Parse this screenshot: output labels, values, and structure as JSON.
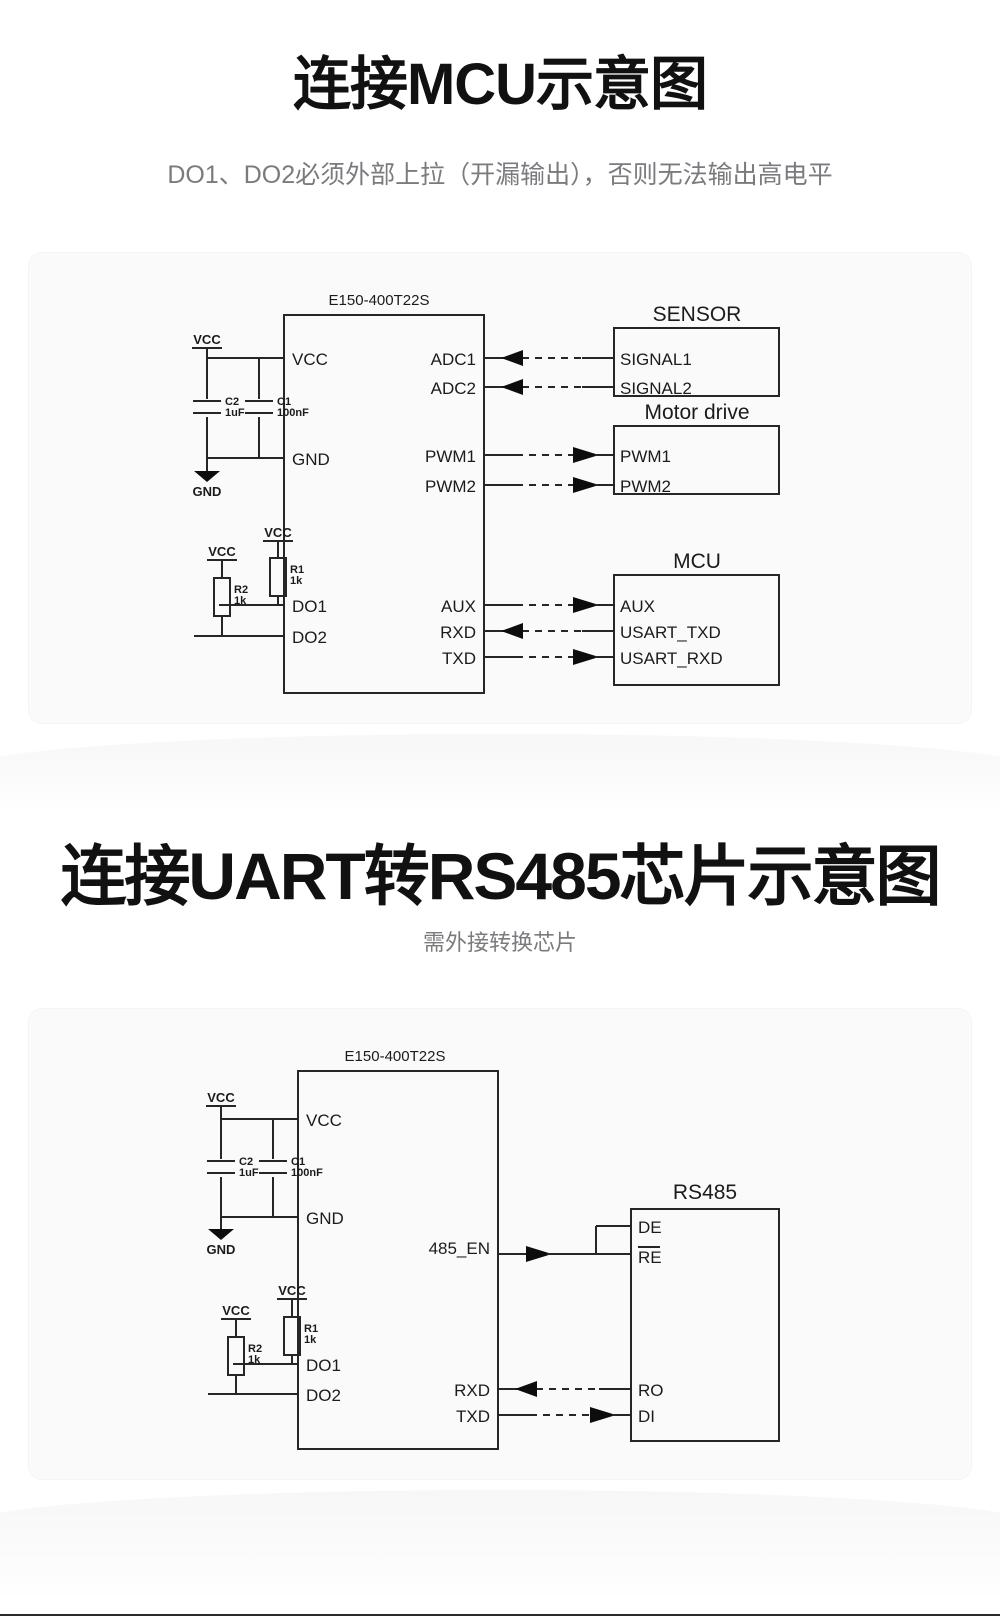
{
  "sections": [
    {
      "title": "连接MCU示意图",
      "subtitle": "DO1、DO2必须外部上拉（开漏输出），否则无法输出高电平"
    },
    {
      "title": "连接UART转RS485芯片示意图",
      "subtitle": "需外接转换芯片"
    }
  ],
  "diagram1": {
    "chip_name": "E150-400T22S",
    "left_pins": [
      "VCC",
      "GND",
      "DO1",
      "DO2"
    ],
    "right_pins": [
      "ADC1",
      "ADC2",
      "PWM1",
      "PWM2",
      "AUX",
      "RXD",
      "TXD"
    ],
    "power_net": "VCC",
    "ground_net": "GND",
    "capacitors": [
      {
        "ref": "C2",
        "value": "1uF"
      },
      {
        "ref": "C1",
        "value": "100nF"
      }
    ],
    "resistors": [
      {
        "ref": "R1",
        "value": "1k",
        "net": "VCC",
        "pin": "DO1"
      },
      {
        "ref": "R2",
        "value": "1k",
        "net": "VCC",
        "pin": "DO2"
      }
    ],
    "blocks": [
      {
        "title": "SENSOR",
        "pins": [
          "SIGNAL1",
          "SIGNAL2"
        ]
      },
      {
        "title": "Motor drive",
        "pins": [
          "PWM1",
          "PWM2"
        ]
      },
      {
        "title": "MCU",
        "pins": [
          "AUX",
          "USART_TXD",
          "USART_RXD"
        ]
      }
    ],
    "connections": [
      {
        "from": "SIGNAL1",
        "to": "ADC1",
        "direction": "left",
        "style": "dashed"
      },
      {
        "from": "SIGNAL2",
        "to": "ADC2",
        "direction": "left",
        "style": "dashed"
      },
      {
        "from": "PWM1",
        "to": "PWM1",
        "direction": "right",
        "style": "dashed"
      },
      {
        "from": "PWM2",
        "to": "PWM2",
        "direction": "right",
        "style": "dashed"
      },
      {
        "from": "AUX",
        "to": "AUX",
        "direction": "right",
        "style": "dashed"
      },
      {
        "from": "USART_TXD",
        "to": "RXD",
        "direction": "left",
        "style": "dashed"
      },
      {
        "from": "TXD",
        "to": "USART_RXD",
        "direction": "right",
        "style": "dashed"
      }
    ]
  },
  "diagram2": {
    "chip_name": "E150-400T22S",
    "left_pins": [
      "VCC",
      "GND",
      "DO1",
      "DO2"
    ],
    "right_pins": [
      "485_EN",
      "RXD",
      "TXD"
    ],
    "power_net": "VCC",
    "ground_net": "GND",
    "capacitors": [
      {
        "ref": "C2",
        "value": "1uF"
      },
      {
        "ref": "C1",
        "value": "100nF"
      }
    ],
    "resistors": [
      {
        "ref": "R1",
        "value": "1k",
        "net": "VCC",
        "pin": "DO1"
      },
      {
        "ref": "R2",
        "value": "1k",
        "net": "VCC",
        "pin": "DO2"
      }
    ],
    "blocks": [
      {
        "title": "RS485",
        "pins": [
          "DE",
          "RE",
          "RO",
          "DI"
        ]
      }
    ],
    "connections": [
      {
        "from": "485_EN",
        "to": "DE/RE",
        "direction": "right",
        "style": "solid"
      },
      {
        "from": "RO",
        "to": "RXD",
        "direction": "left",
        "style": "dashed"
      },
      {
        "from": "TXD",
        "to": "DI",
        "direction": "right",
        "style": "dashed"
      }
    ]
  },
  "colors": {
    "ink": "#1b1b1b",
    "card_bg": "#fafafb",
    "subtitle": "#7b7b7f",
    "net_label": "#1f2550",
    "component_label": "#3a2a17"
  }
}
